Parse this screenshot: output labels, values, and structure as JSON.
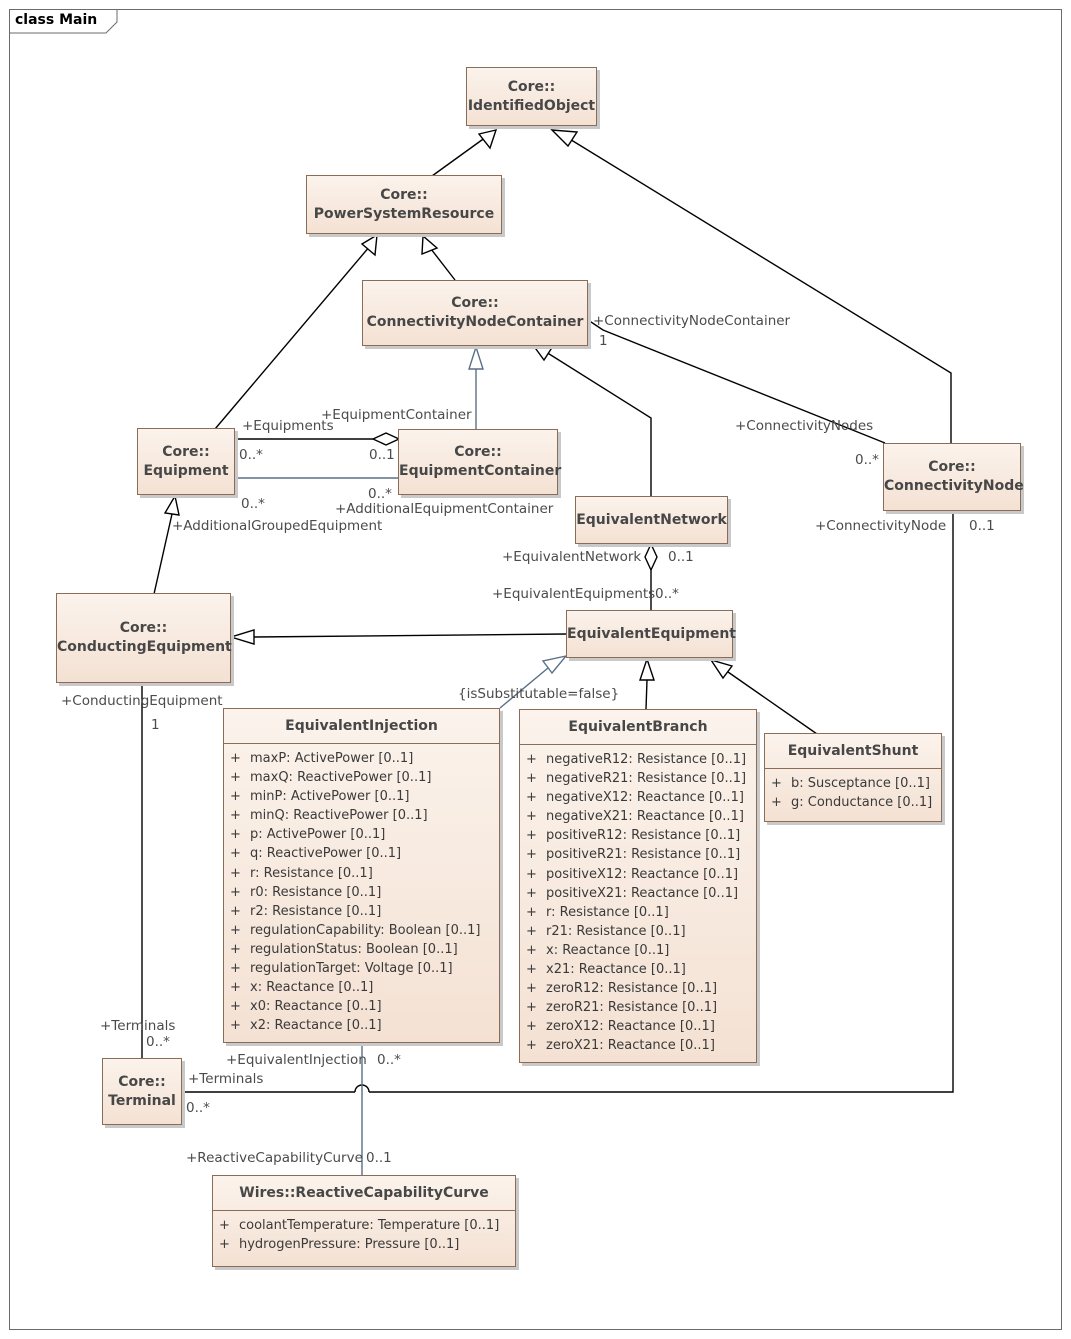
{
  "frame": {
    "title": "class Main"
  },
  "classes": {
    "identified_object": {
      "line1": "Core::",
      "line2": "IdentifiedObject"
    },
    "power_system_resource": {
      "line1": "Core::",
      "line2": "PowerSystemResource"
    },
    "connectivity_node_container": {
      "line1": "Core::",
      "line2": "ConnectivityNodeContainer"
    },
    "equipment": {
      "line1": "Core::",
      "line2": "Equipment"
    },
    "equipment_container": {
      "line1": "Core::",
      "line2": "EquipmentContainer"
    },
    "connectivity_node": {
      "line1": "Core::",
      "line2": "ConnectivityNode"
    },
    "equivalent_network": {
      "name": "EquivalentNetwork"
    },
    "conducting_equipment": {
      "line1": "Core::",
      "line2": "ConductingEquipment"
    },
    "equivalent_equipment": {
      "name": "EquivalentEquipment"
    },
    "equivalent_injection": {
      "name": "EquivalentInjection",
      "attributes": [
        "maxP: ActivePower [0..1]",
        "maxQ: ReactivePower [0..1]",
        "minP: ActivePower [0..1]",
        "minQ: ReactivePower [0..1]",
        "p: ActivePower [0..1]",
        "q: ReactivePower [0..1]",
        "r: Resistance [0..1]",
        "r0: Resistance [0..1]",
        "r2: Resistance [0..1]",
        "regulationCapability: Boolean [0..1]",
        "regulationStatus: Boolean [0..1]",
        "regulationTarget: Voltage [0..1]",
        "x: Reactance [0..1]",
        "x0: Reactance [0..1]",
        "x2: Reactance [0..1]"
      ]
    },
    "equivalent_branch": {
      "name": "EquivalentBranch",
      "attributes": [
        "negativeR12: Resistance [0..1]",
        "negativeR21: Resistance [0..1]",
        "negativeX12: Reactance [0..1]",
        "negativeX21: Reactance [0..1]",
        "positiveR12: Resistance [0..1]",
        "positiveR21: Resistance [0..1]",
        "positiveX12: Reactance [0..1]",
        "positiveX21: Reactance [0..1]",
        "r: Resistance [0..1]",
        "r21: Resistance [0..1]",
        "x: Reactance [0..1]",
        "x21: Reactance [0..1]",
        "zeroR12: Resistance [0..1]",
        "zeroR21: Resistance [0..1]",
        "zeroX12: Reactance [0..1]",
        "zeroX21: Reactance [0..1]"
      ]
    },
    "equivalent_shunt": {
      "name": "EquivalentShunt",
      "attributes": [
        "b: Susceptance [0..1]",
        "g: Conductance [0..1]"
      ]
    },
    "terminal": {
      "line1": "Core::",
      "line2": "Terminal"
    },
    "reactive_capability_curve": {
      "name": "Wires::ReactiveCapabilityCurve",
      "attributes": [
        "coolantTemperature: Temperature [0..1]",
        "hydrogenPressure: Pressure [0..1]"
      ]
    }
  },
  "visibility_symbol": "+",
  "labels": {
    "cnc_role": "+ConnectivityNodeContainer",
    "cnc_mult": "1",
    "equipment_container_role": "+EquipmentContainer",
    "equipments_role": "+Equipments",
    "equipments_mult": "0..*",
    "equipment_container_mult": "0..1",
    "additional_grouped_mult": "0..*",
    "additional_container_mult": "0..*",
    "additional_container_role": "+AdditionalEquipmentContainer",
    "additional_grouped_role": "+AdditionalGroupedEquipment",
    "connectivity_nodes_role": "+ConnectivityNodes",
    "connectivity_nodes_mult": "0..*",
    "connectivity_node_role": "+ConnectivityNode",
    "connectivity_node_mult": "0..1",
    "equivalent_network_role": "+EquivalentNetwork",
    "equivalent_network_mult": "0..1",
    "equivalent_equipments_role": "+EquivalentEquipments",
    "equivalent_equipments_mult": "0..*",
    "constraint": "{isSubstitutable=false}",
    "conducting_equipment_role": "+ConductingEquipment",
    "conducting_equipment_mult": "1",
    "terminals_role_top": "+Terminals",
    "terminals_mult_top": "0..*",
    "equivalent_injection_role": "+EquivalentInjection",
    "equivalent_injection_mult": "0..*",
    "terminals_role_right": "+Terminals",
    "terminals_mult_right": "0..*",
    "rcc_role": "+ReactiveCapabilityCurve",
    "rcc_mult": "0..1"
  },
  "colors": {
    "class_border": "#8a6c57",
    "class_fill_top": "#fbf3ec",
    "class_fill_bottom": "#f4e1d3",
    "line": "#000000",
    "dependency_line": "#5a6f86"
  }
}
